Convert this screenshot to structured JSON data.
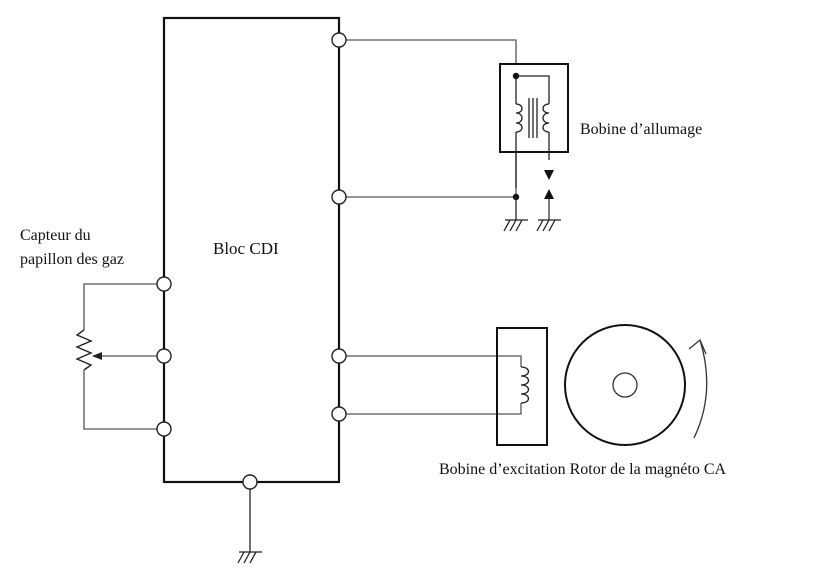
{
  "labels": {
    "cdi_block": "Bloc CDI",
    "throttle_sensor_line1": "Capteur du",
    "throttle_sensor_line2": "papillon des gaz",
    "ignition_coil": "Bobine d’allumage",
    "bottom_caption": "Bobine d’excitation Rotor de la magnéto CA"
  },
  "colors": {
    "background": "#ffffff",
    "block_stroke": "#111111",
    "wire": "#555555",
    "text": "#111111"
  }
}
